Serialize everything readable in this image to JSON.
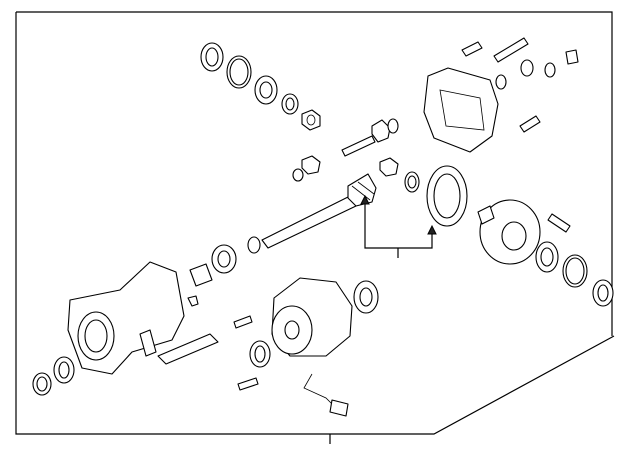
{
  "diagram": {
    "type": "exploded-parts-diagram",
    "subject": "rear-differential-assembly",
    "line_color": "#000000",
    "background_color": "#ffffff",
    "callout_count": 2,
    "parts": [
      {
        "name": "seal-ring",
        "icon": "seal-icon"
      },
      {
        "name": "o-ring",
        "icon": "o-ring-icon"
      },
      {
        "name": "bearing",
        "icon": "bearing-icon"
      },
      {
        "name": "washer",
        "icon": "washer-icon"
      },
      {
        "name": "nut",
        "icon": "nut-icon"
      },
      {
        "name": "bolt",
        "icon": "bolt-icon"
      },
      {
        "name": "pinion-shaft",
        "icon": "shaft-icon"
      },
      {
        "name": "ring-gear",
        "icon": "ring-gear-icon"
      },
      {
        "name": "differential-case",
        "icon": "case-icon"
      },
      {
        "name": "rear-cover",
        "icon": "cover-icon"
      },
      {
        "name": "carrier-housing",
        "icon": "housing-icon"
      },
      {
        "name": "side-bearing-retainer",
        "icon": "retainer-icon"
      },
      {
        "name": "sensor-harness",
        "icon": "harness-icon"
      },
      {
        "name": "bracket",
        "icon": "bracket-icon"
      }
    ]
  }
}
